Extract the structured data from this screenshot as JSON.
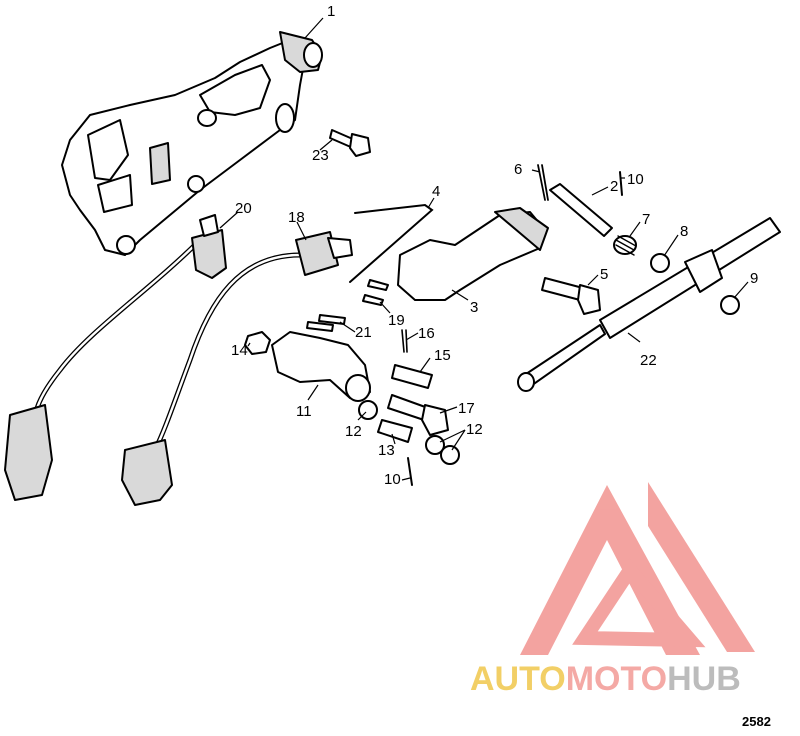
{
  "figure_number": "2582",
  "watermark": {
    "part1": "AUTO",
    "part2": "MOTO",
    "part3": "HUB",
    "colors": {
      "part1": "#f2cf66",
      "part2": "#f4a9a5",
      "part3": "#bcbcbc",
      "logo": "#f29a96"
    }
  },
  "callouts": [
    "1",
    "2",
    "3",
    "4",
    "5",
    "6",
    "7",
    "8",
    "9",
    "10",
    "10",
    "11",
    "12",
    "12",
    "13",
    "14",
    "15",
    "16",
    "17",
    "18",
    "19",
    "20",
    "21",
    "22",
    "23"
  ]
}
